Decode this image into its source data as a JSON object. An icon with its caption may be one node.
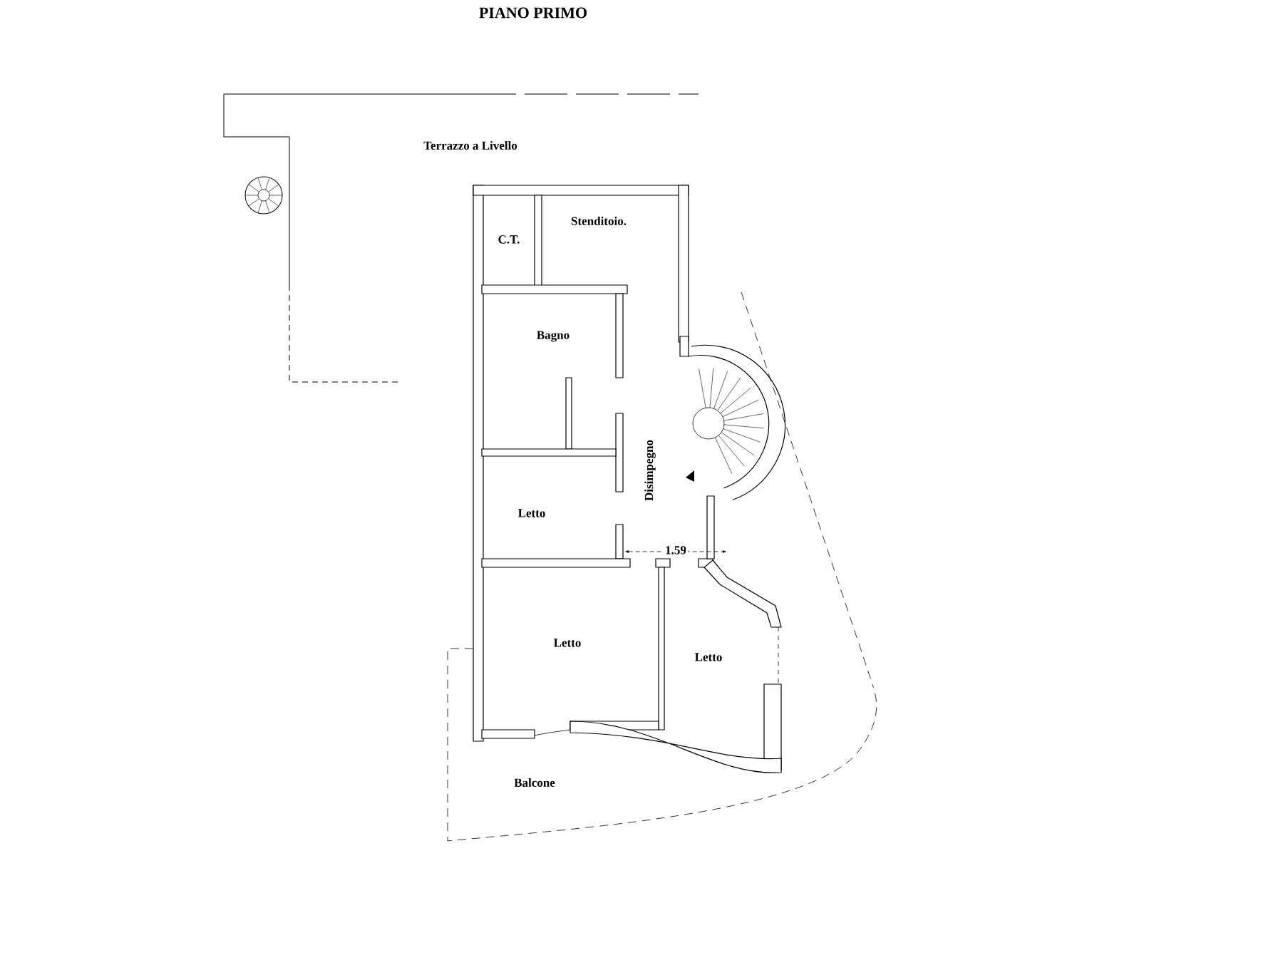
{
  "diagram": {
    "title": "PIANO PRIMO",
    "labels": [
      "Terrazzo a Livello",
      "C.T.",
      "Stenditoio.",
      "Bagno",
      "Disimpegno",
      "Letto",
      "1.59",
      "Letto",
      "Letto",
      "Balcone"
    ]
  }
}
